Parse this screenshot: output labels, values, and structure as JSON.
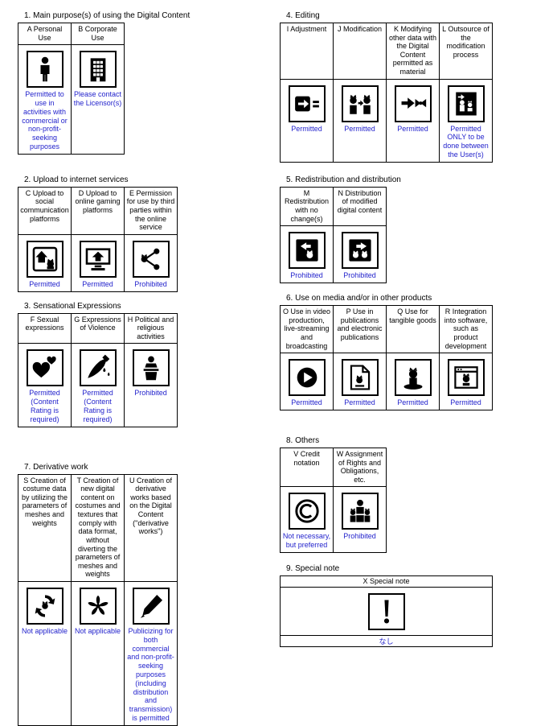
{
  "status_color": "#2222cc",
  "text_color": "#000000",
  "background_color": "#ffffff",
  "sections": [
    {
      "id": "main-purpose",
      "column": "left",
      "title": "1. Main purpose(s) of using the Digital Content",
      "cells": [
        {
          "header": "A Personal Use",
          "icon": "person-icon",
          "status": "Permitted to use in activities with commercial or non-profit-seeking purposes"
        },
        {
          "header": "B Corporate Use",
          "icon": "building-icon",
          "status": "Please contact the Licensor(s)"
        }
      ]
    },
    {
      "id": "upload-internet",
      "column": "left",
      "title": "2. Upload to internet services",
      "cells": [
        {
          "header": "C Upload to social communication platforms",
          "icon": "upload-social-icon",
          "status": "Permitted"
        },
        {
          "header": "D Upload to online gaming platforms",
          "icon": "upload-gaming-icon",
          "status": "Permitted"
        },
        {
          "header": "E Permission for use by third parties within the online service",
          "icon": "third-party-share-icon",
          "status": "Prohibited"
        }
      ]
    },
    {
      "id": "sensational-expressions",
      "column": "left",
      "title": "3. Sensational Expressions",
      "cells": [
        {
          "header": "F Sexual expressions",
          "icon": "hearts-icon",
          "status": "Permitted (Content Rating is required)"
        },
        {
          "header": "G Expressions of Violence",
          "icon": "violence-knife-icon",
          "status": "Permitted (Content Rating is required)"
        },
        {
          "header": "H Political and religious activities",
          "icon": "political-podium-icon",
          "status": "Prohibited"
        }
      ]
    },
    {
      "id": "editing",
      "column": "right",
      "title": "4. Editing",
      "cells": [
        {
          "header": "I Adjustment",
          "icon": "adjustment-icon",
          "status": "Permitted"
        },
        {
          "header": "J Modification",
          "icon": "modification-icon",
          "status": "Permitted"
        },
        {
          "header": "K Modifying other data with the Digital Content permitted as material",
          "icon": "modify-material-icon",
          "status": "Permitted"
        },
        {
          "header": "L Outsource of the modification process",
          "icon": "outsource-icon",
          "status": "Permitted ONLY to be done between the User(s)"
        }
      ]
    },
    {
      "id": "redistribution",
      "column": "right",
      "title": "5. Redistribution and distribution",
      "cells": [
        {
          "header": "M Redistribution with no change(s)",
          "icon": "redistribution-icon",
          "status": "Prohibited"
        },
        {
          "header": "N Distribution of modified digital content",
          "icon": "distribute-modified-icon",
          "status": "Prohibited"
        }
      ]
    },
    {
      "id": "media-products",
      "column": "right",
      "title": "6. Use on media and/or in other products",
      "cells": [
        {
          "header": "O Use in video production, live-streaming and broadcasting",
          "icon": "video-play-icon",
          "status": "Permitted"
        },
        {
          "header": "P Use in publications and electronic publications",
          "icon": "publication-icon",
          "status": "Permitted"
        },
        {
          "header": "Q Use for tangible goods",
          "icon": "tangible-goods-icon",
          "status": "Permitted"
        },
        {
          "header": "R Integration into software, such as product development",
          "icon": "software-icon",
          "status": "Permitted"
        }
      ]
    },
    {
      "id": "derivative-work",
      "column": "left",
      "title": "7. Derivative work",
      "cells": [
        {
          "header": "S Creation of costume data by utilizing the parameters of meshes and weights",
          "icon": "costume-recycle-icon",
          "status": "Not applicable"
        },
        {
          "header": "T Creation of new digital content on costumes and textures that comply with data format, without diverting the parameters of meshes and weights",
          "icon": "texture-creation-icon",
          "status": "Not applicable"
        },
        {
          "header": "U Creation of derivative works based on the Digital Content (\"derivative works\")",
          "icon": "derivative-brush-icon",
          "status": "Publicizing for both commercial and non-profit-seeking purposes (including distribution and transmission) is permitted"
        }
      ]
    },
    {
      "id": "others",
      "column": "right",
      "title": "8. Others",
      "cells": [
        {
          "header": "V Credit notation",
          "icon": "copyright-icon",
          "status": "Not necessary, but preferred"
        },
        {
          "header": "W Assignment of Rights and Obligations, etc.",
          "icon": "assignment-icon",
          "status": "Prohibited"
        }
      ]
    },
    {
      "id": "special-note",
      "column": "right",
      "title": "9. Special note",
      "stacked": true,
      "cells": [
        {
          "header": "X Special note",
          "icon": "exclamation-icon",
          "status": "なし"
        }
      ]
    }
  ]
}
